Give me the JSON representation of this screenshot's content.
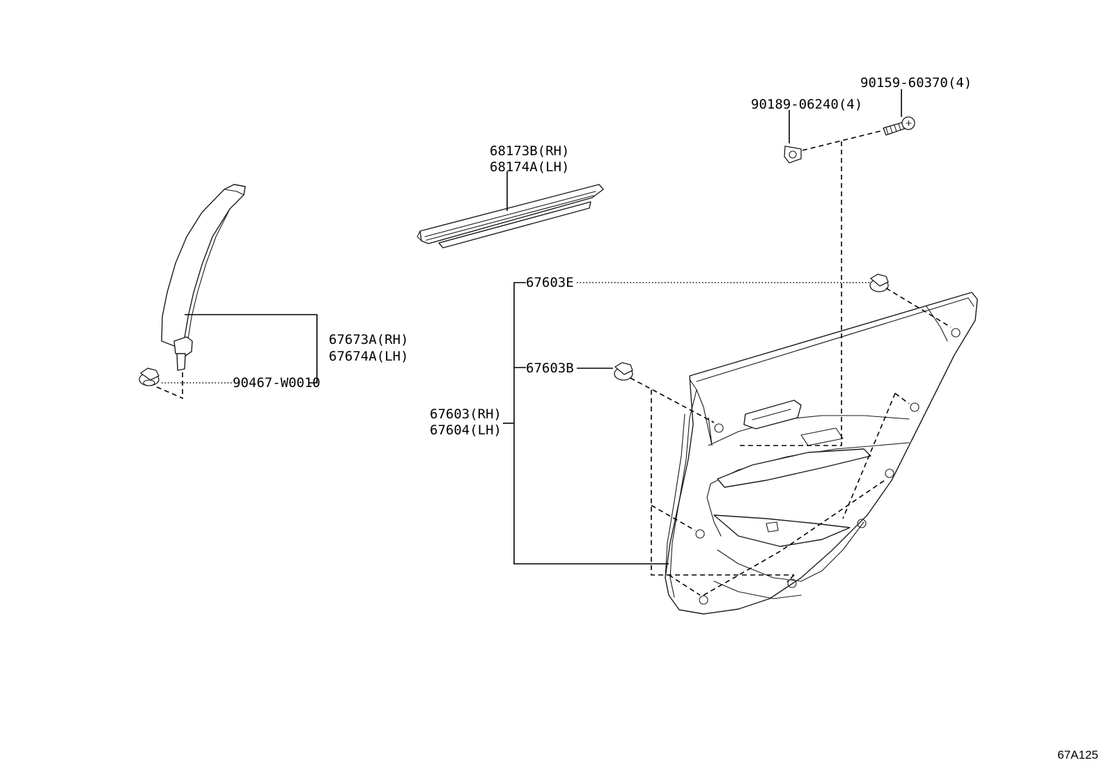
{
  "callouts": {
    "p68173b": "68173B(RH)",
    "p68174a": "68174A(LH)",
    "p90189": "90189-06240(4)",
    "p90159": "90159-60370(4)",
    "p67603e": "67603E",
    "p67603b": "67603B",
    "p67603": "67603(RH)",
    "p67604": "67604(LH)",
    "p67673a": "67673A(RH)",
    "p67674a": "67674A(LH)",
    "p90467": "90467-W0010"
  },
  "diagram_ref": "67A125"
}
